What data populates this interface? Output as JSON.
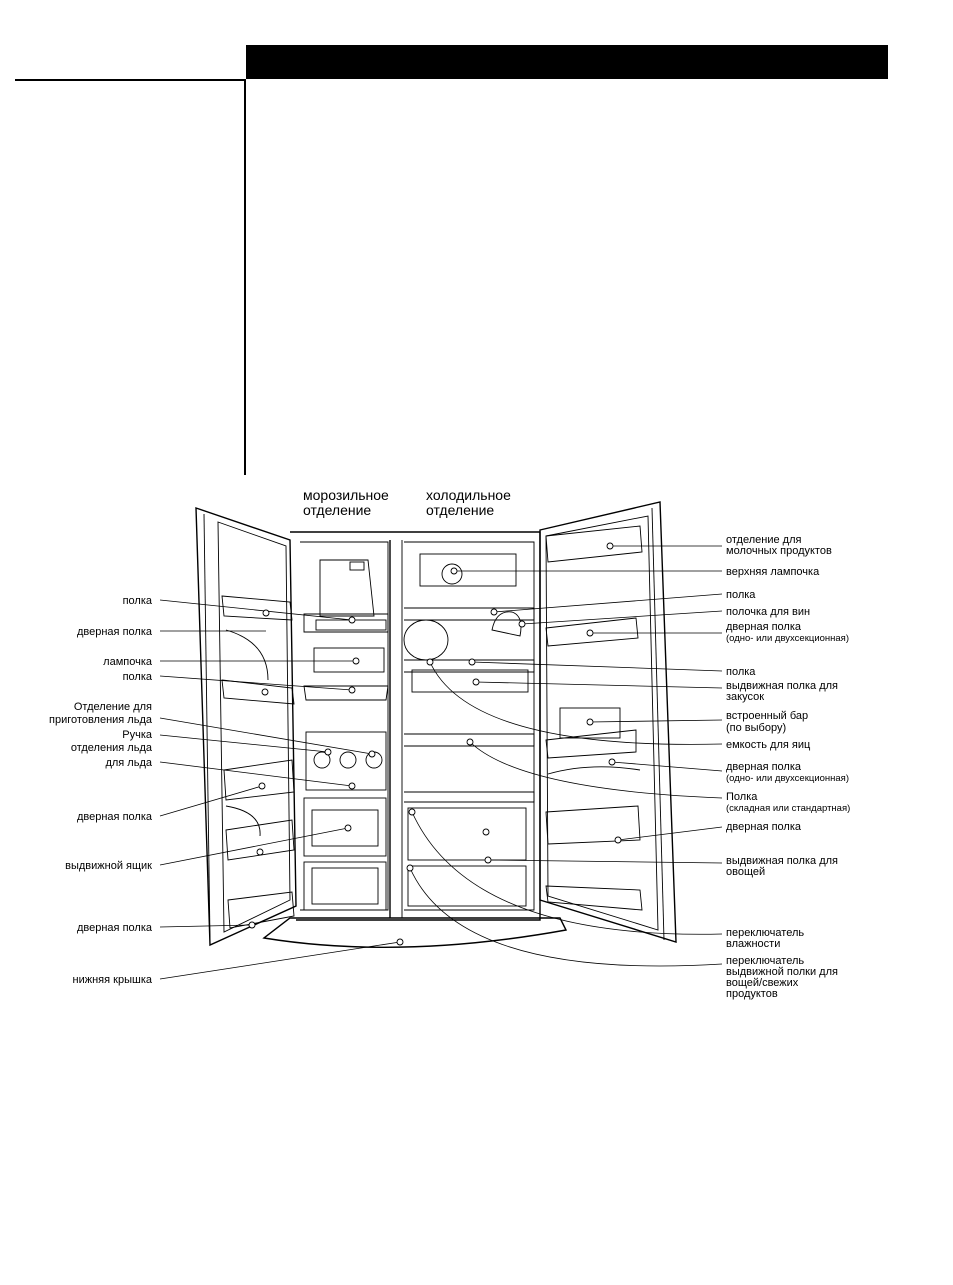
{
  "compartments": {
    "freezer": [
      "морозильное",
      "отделение"
    ],
    "fridge": [
      "холодильное",
      "отделение"
    ]
  },
  "left_labels": [
    [
      "полка"
    ],
    [
      "дверная полка"
    ],
    [
      "лампочка"
    ],
    [
      "полка"
    ],
    [
      "Отделение для",
      "приготовления льда"
    ],
    [
      "Ручка",
      "отделения льда"
    ],
    [
      "для льда"
    ],
    [
      "дверная полка"
    ],
    [
      "выдвижной ящик"
    ],
    [
      "дверная полка"
    ],
    [
      "нижняя крышка"
    ]
  ],
  "right_labels": [
    {
      "lines": [
        "отделение для",
        "молочных продуктов"
      ]
    },
    {
      "lines": [
        "верхняя лампочка"
      ]
    },
    {
      "lines": [
        "полка"
      ]
    },
    {
      "lines": [
        "полочка для вин"
      ]
    },
    {
      "lines": [
        "дверная полка"
      ],
      "sub": "(одно- или двухсекционная)"
    },
    {
      "lines": [
        "полка"
      ]
    },
    {
      "lines": [
        "выдвижная полка для",
        "закусок"
      ]
    },
    {
      "lines": [
        "встроенный бар"
      ],
      "sub": "(по выбору)"
    },
    {
      "lines": [
        "емкость для яиц"
      ]
    },
    {
      "lines": [
        "дверная полка"
      ],
      "sub": "(одно- или двухсекционная)"
    },
    {
      "lines": [
        "Полка"
      ],
      "sub": "(складная или стандартная)"
    },
    {
      "lines": [
        "дверная полка"
      ]
    },
    {
      "lines": [
        "выдвижная полка для",
        "овощей"
      ]
    },
    {
      "lines": [
        "переключатель",
        "влажности"
      ]
    },
    {
      "lines": [
        "переключатель",
        "выдвижной полки для",
        "вощей/свежих",
        "продуктов"
      ]
    }
  ]
}
